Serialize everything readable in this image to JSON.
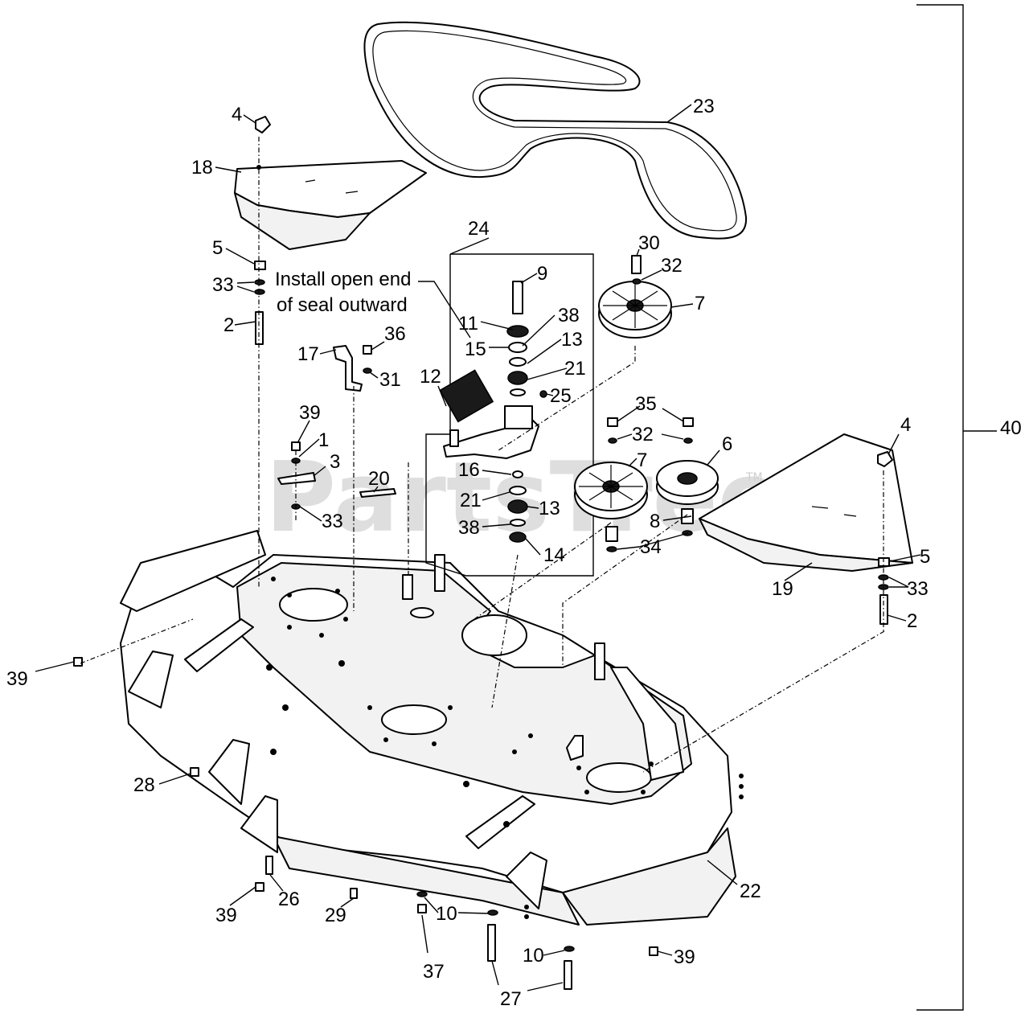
{
  "watermark": {
    "text": "PartsTree",
    "tm": "TM"
  },
  "note": {
    "line1": "Install open end",
    "line2": "of seal outward"
  },
  "labels": {
    "l1": "1",
    "l2a": "2",
    "l2b": "2",
    "l3": "3",
    "l4a": "4",
    "l4b": "4",
    "l5a": "5",
    "l5b": "5",
    "l6": "6",
    "l7a": "7",
    "l7b": "7",
    "l8": "8",
    "l9": "9",
    "l10a": "10",
    "l10b": "10",
    "l11": "11",
    "l12": "12",
    "l13a": "13",
    "l13b": "13",
    "l14": "14",
    "l15": "15",
    "l16": "16",
    "l17": "17",
    "l18": "18",
    "l19": "19",
    "l20": "20",
    "l21a": "21",
    "l21b": "21",
    "l22": "22",
    "l23": "23",
    "l24": "24",
    "l25": "25",
    "l26": "26",
    "l27": "27",
    "l28": "28",
    "l29": "29",
    "l30": "30",
    "l31": "31",
    "l32a": "32",
    "l32b": "32",
    "l33a": "33",
    "l33b": "33",
    "l33c": "33",
    "l34": "34",
    "l35": "35",
    "l36": "36",
    "l37": "37",
    "l38a": "38",
    "l38b": "38",
    "l39a": "39",
    "l39b": "39",
    "l39c": "39",
    "l39d": "39",
    "l40": "40"
  }
}
